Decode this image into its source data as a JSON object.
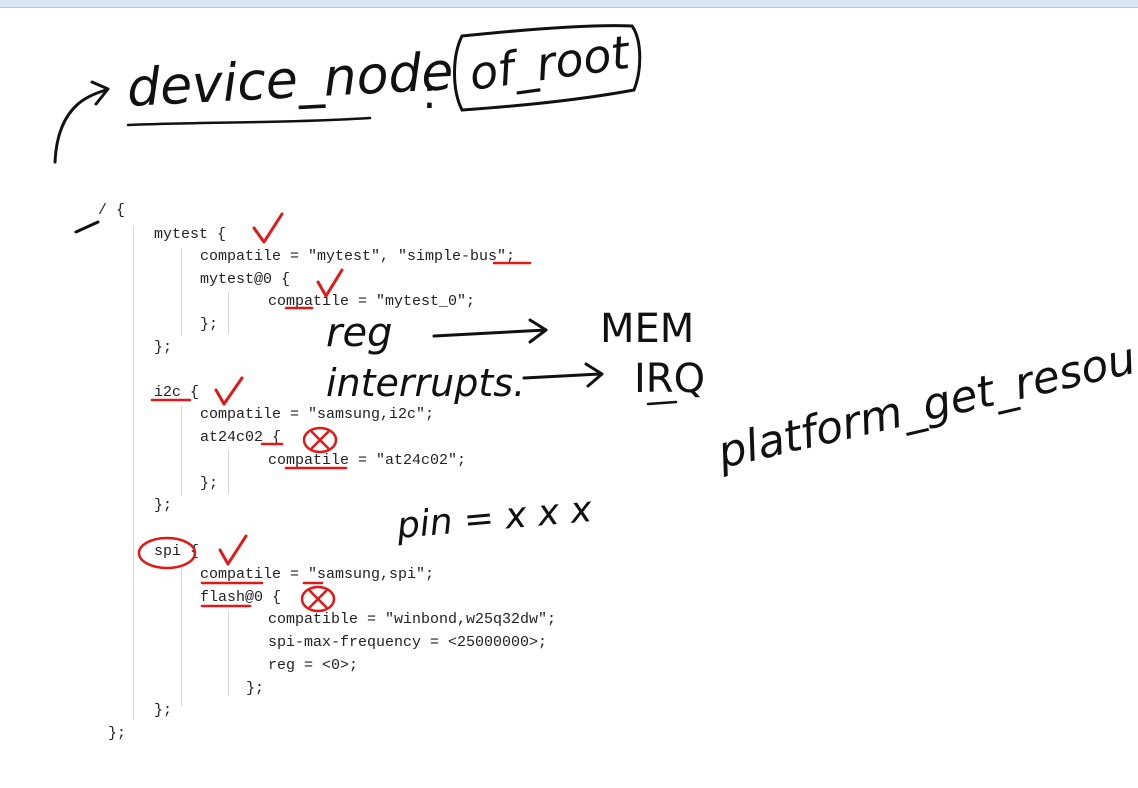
{
  "handwriting": {
    "device_node": "device_node",
    "colon": ":",
    "of_root": "of_root",
    "reg": "reg",
    "mem": "MEM",
    "interrupts": "interrupts.",
    "irq": "IRQ",
    "platform_get_resource": "platform_get_resour",
    "pin": "pin = x x x"
  },
  "code": {
    "lines": [
      "/ {",
      "mytest {",
      "compatile = \"mytest\", \"simple-bus\";",
      "mytest@0 {",
      "compatile = \"mytest_0\";",
      "};",
      "};",
      "i2c {",
      "compatile = \"samsung,i2c\";",
      "at24c02 {",
      "compatile = \"at24c02\";",
      "};",
      "};",
      "spi {",
      "compatile = \"samsung,spi\";",
      "flash@0 {",
      "compatible = \"winbond,w25q32dw\";",
      "spi-max-frequency = <25000000>;",
      "reg = <0>;",
      "};",
      "};",
      "};"
    ]
  },
  "colors": {
    "ink_black": "#111111",
    "ink_red": "#e01818",
    "code_text": "#222222",
    "guide_line": "#d6d6d6"
  }
}
